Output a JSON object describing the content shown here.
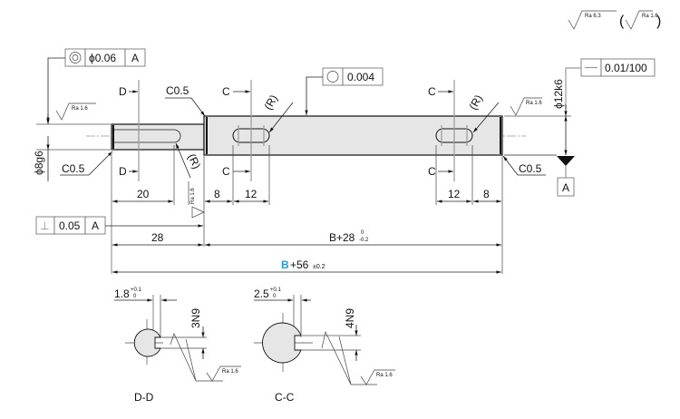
{
  "surface_finish": {
    "general": "Ra 6.3",
    "exception": "Ra 1.6",
    "local": "Ra 1.6"
  },
  "geometric_tolerances": {
    "concentricity": {
      "symbol": "◎",
      "value": "ϕ0.06",
      "datum": "A"
    },
    "circularity": {
      "symbol": "○",
      "value": "0.004"
    },
    "straightness": {
      "symbol": "—",
      "value": "0.01/100"
    },
    "perpendicularity": {
      "symbol": "⊥",
      "value": "0.05",
      "datum": "A"
    }
  },
  "datum": {
    "label": "A"
  },
  "diameters": {
    "small": "ϕ8g6",
    "large": "ϕ12k6"
  },
  "chamfers": {
    "left_step": "C0.5",
    "left_end": "C0.5",
    "right_end": "C0.5"
  },
  "radius_label": "(R)",
  "section_marks": {
    "d": "D",
    "c": "C"
  },
  "dimensions": {
    "d_flat_len": "20",
    "c1_offset": "8",
    "c1_slot": "12",
    "c2_slot": "12",
    "c2_offset": "8",
    "small_len": "28",
    "large_len_base": "B+28",
    "large_len_tol_upper": "0",
    "large_len_tol_lower": "-0.2",
    "total_len_var": "B",
    "total_len_rest": "+56",
    "total_len_tol": "±0.2"
  },
  "section_dd": {
    "title": "D-D",
    "depth": "1.8",
    "depth_tol_upper": "+0.1",
    "depth_tol_lower": "0",
    "width": "3N9"
  },
  "section_cc": {
    "title": "C-C",
    "depth": "2.5",
    "depth_tol_upper": "+0.1",
    "depth_tol_lower": "0",
    "width": "4N9"
  },
  "colors": {
    "highlight": "#1ea0e0",
    "body_fill": "#e6e6e6"
  }
}
